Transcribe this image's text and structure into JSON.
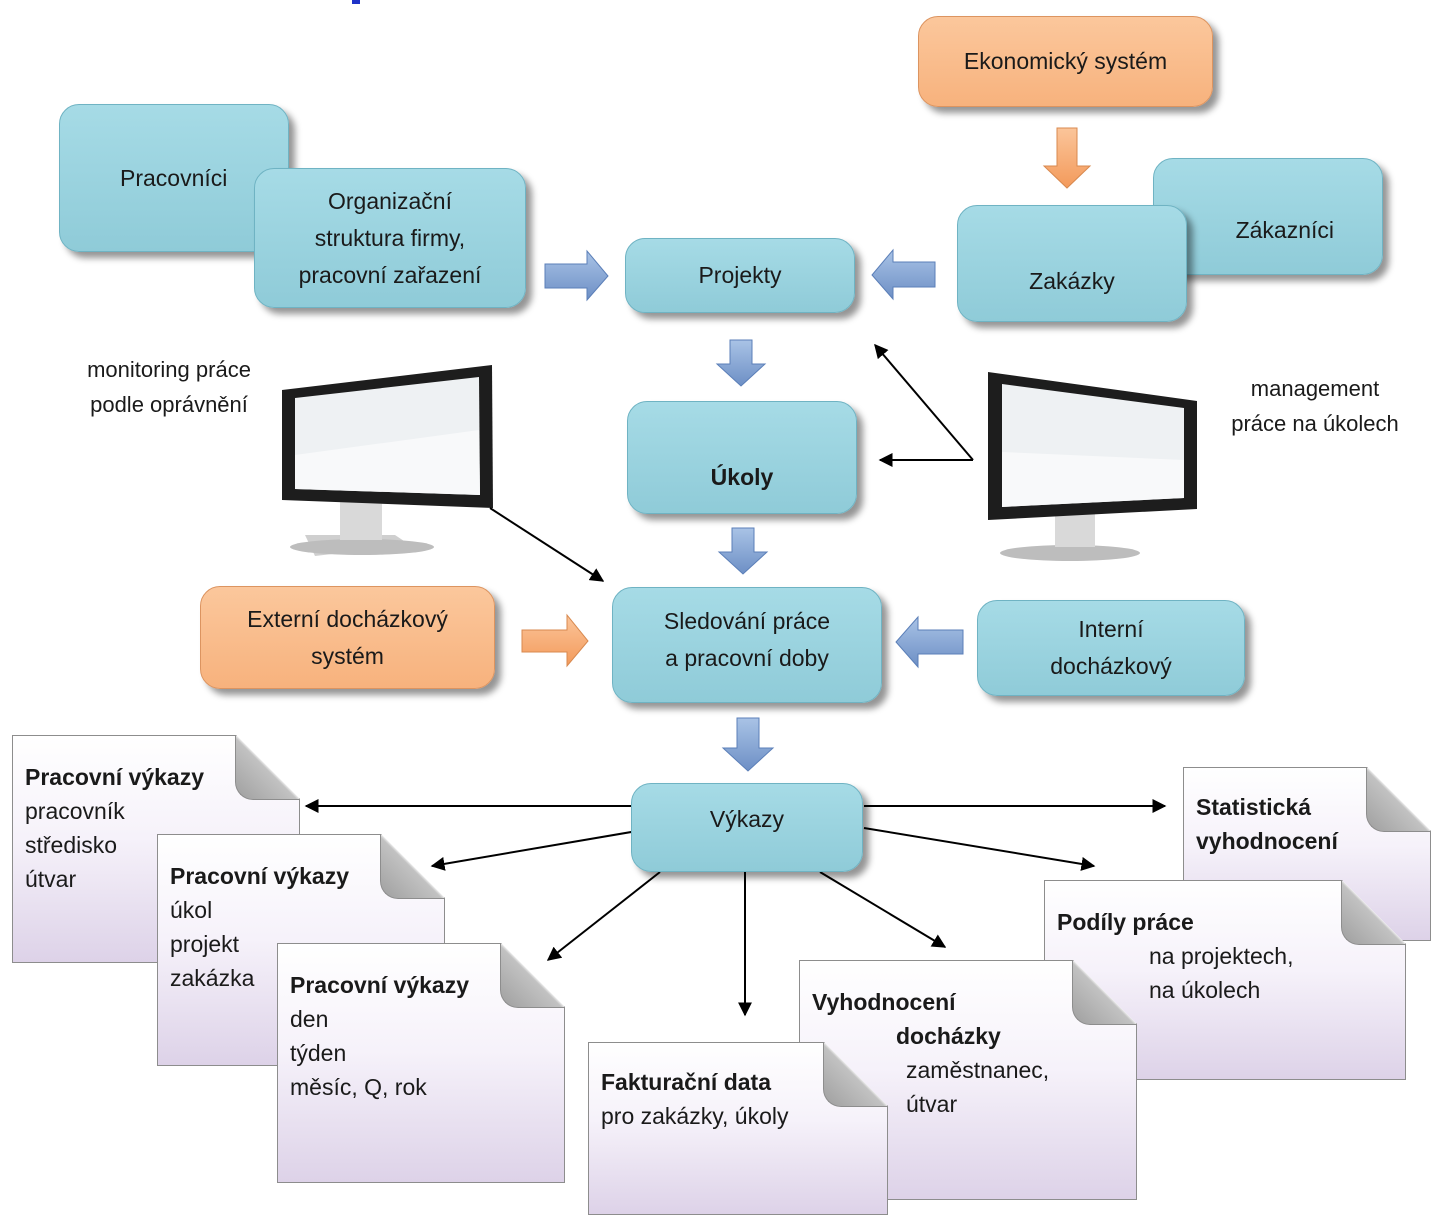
{
  "boxes": {
    "ekonomicky": "Ekonomický systém",
    "pracovnici": "Pracovníci",
    "organizacni": "Organizační\nstruktura firmy,\npracovní zařazení",
    "projekty": "Projekty",
    "zakaznici": "Zákazníci",
    "zakazky": "Zakázky",
    "ukoly": "Úkoly",
    "externi": "Externí docházkový\nsystém",
    "sledovani": "Sledování práce\na pracovní doby",
    "interni": "Interní\ndocházkový",
    "vykazy": "Výkazy"
  },
  "captions": {
    "monitoring": "monitoring práce\npodle oprávnění",
    "management": "management\npráce na úkolech"
  },
  "documents": {
    "doc1": {
      "title": "Pracovní výkazy",
      "lines": [
        "pracovník",
        "středisko",
        "útvar"
      ]
    },
    "doc2": {
      "title": "Pracovní výkazy",
      "lines": [
        "úkol",
        "projekt",
        "zakázka"
      ]
    },
    "doc3": {
      "title": "Pracovní výkazy",
      "lines": [
        "den",
        "týden",
        "měsíc, Q, rok"
      ]
    },
    "doc4": {
      "title": "Fakturační data",
      "lines": [
        "pro zakázky, úkoly"
      ]
    },
    "doc5": {
      "title": "Vyhodnocení",
      "title2": "docházky",
      "lines": [
        "zaměstnanec,",
        "útvar"
      ]
    },
    "doc6": {
      "title": "Podíly práce",
      "lines": [
        "na projektech,",
        "na úkolech"
      ]
    },
    "doc7": {
      "title": "Statistická",
      "title2": "vyhodnocení",
      "lines": []
    }
  },
  "colors": {
    "box_blue": "#94cfdb",
    "box_orange": "#f8b886",
    "block_arrow_blue": "#7d9ecf",
    "block_arrow_orange": "#f7a86d",
    "title_fragment": "#1f33c8"
  }
}
